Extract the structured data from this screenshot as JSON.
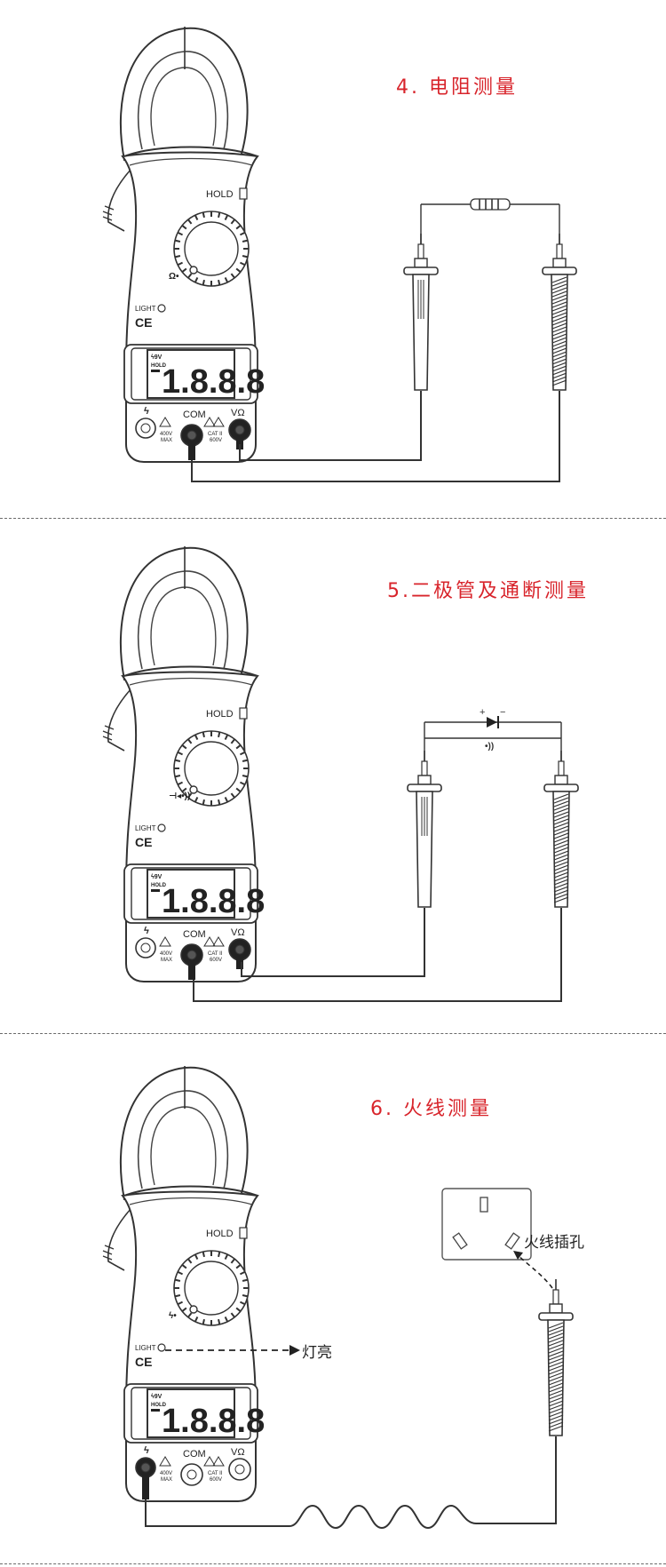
{
  "sections": [
    {
      "title": "4. 电阻测量",
      "mode_symbol": "Ω•",
      "accent": "#d8242b"
    },
    {
      "title": "5.二极管及通断测量",
      "mode_symbol": "⊣◂•))",
      "diode_plus": "+",
      "diode_minus": "−",
      "continuity_symbol": "•))"
    },
    {
      "title": "6. 火线测量",
      "mode_symbol": "ϟ•",
      "socket_label": "火线插孔",
      "light_label": "灯亮"
    }
  ],
  "meter": {
    "hold": "HOLD",
    "light": "LIGHT",
    "ce": "CE",
    "display_digits": "1.8.8.8",
    "lcd_flags": [
      "ϟ9V",
      "HOLD"
    ],
    "com": "COM",
    "v_ohm": "VΩ",
    "ncv_symbol": "ϟ",
    "rating_left": [
      "400V",
      "MAX"
    ],
    "rating_right": [
      "CAT II",
      "600V"
    ]
  },
  "colors": {
    "title": "#d8242b",
    "line": "#333333",
    "divider": "#6a6a6a"
  }
}
